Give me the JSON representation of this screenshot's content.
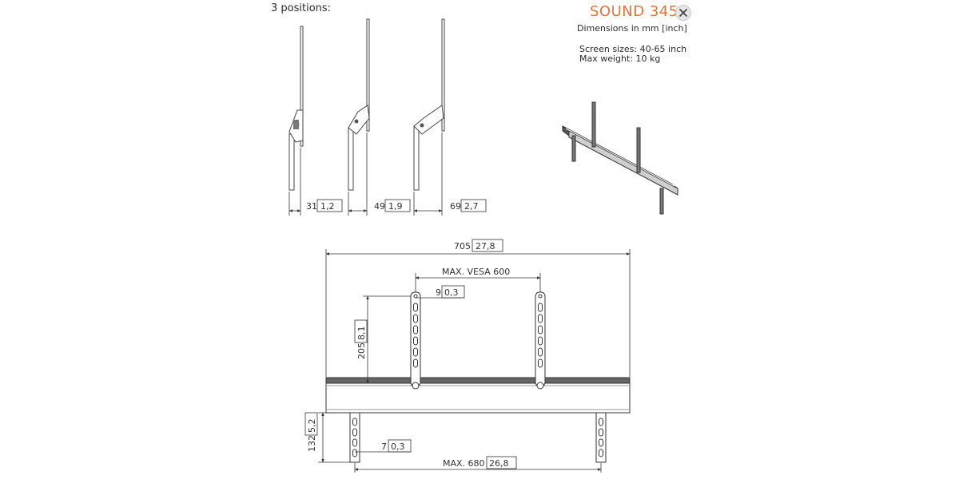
{
  "header": {
    "positions_label": "3 positions:",
    "title": "SOUND 345",
    "units_note": "Dimensions in mm [inch]",
    "spec_screen": "Screen sizes: 40-65 inch",
    "spec_weight": "Max weight: 10 kg"
  },
  "close_icon": "close-icon",
  "side_dims": [
    {
      "mm": "31",
      "inch": "1,2"
    },
    {
      "mm": "49",
      "inch": "1,9"
    },
    {
      "mm": "69",
      "inch": "2,7"
    }
  ],
  "front_dims": {
    "width_mm": "705",
    "width_inch": "27,8",
    "vesa_label": "MAX. VESA 600",
    "top_offset_mm": "9",
    "top_offset_inch": "0,3",
    "arm_height_mm": "205",
    "arm_height_inch": "8,1",
    "leg_height_mm": "132",
    "leg_height_inch": "5,2",
    "leg_offset_mm": "7",
    "leg_offset_inch": "0,3",
    "leg_span_label": "MAX. 680",
    "leg_span_inch": "26,8"
  },
  "colors": {
    "accent": "#e8733a",
    "line": "#333333"
  }
}
